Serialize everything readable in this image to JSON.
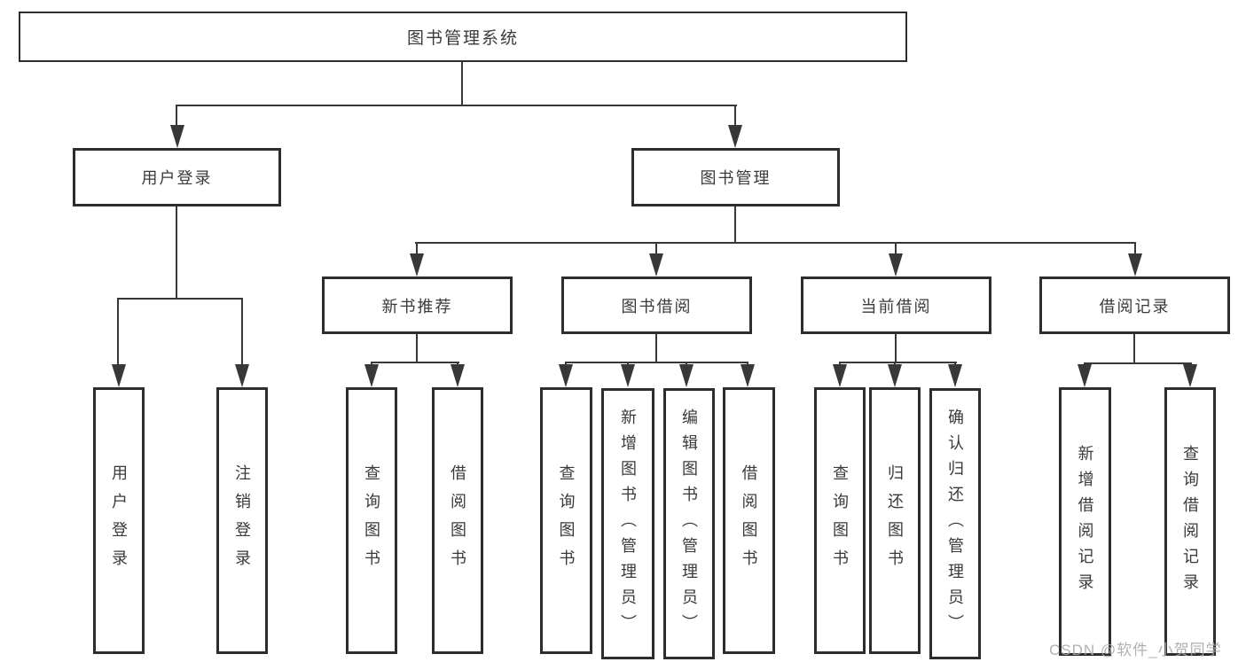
{
  "title": "图书管理系统",
  "branches": {
    "user_login": "用户登录",
    "book_management": "图书管理"
  },
  "sections": {
    "new_books": "新书推荐",
    "book_borrowing": "图书借阅",
    "current_borrowing": "当前借阅",
    "borrowing_records": "借阅记录"
  },
  "leaves": {
    "user_login": [
      "用户登录",
      "注销登录"
    ],
    "new_books": [
      "查询图书",
      "借阅图书"
    ],
    "book_borrowing": [
      "查询图书",
      "新增图书（管理员）",
      "编辑图书（管理员）",
      "借阅图书"
    ],
    "current_borrowing": [
      "查询图书",
      "归还图书",
      "确认归还（管理员）"
    ],
    "borrowing_records": [
      "新增借阅记录",
      "查询借阅记录"
    ]
  },
  "watermark": "CSDN @软件_小贺同学",
  "colors": {
    "line": "#383838",
    "border": "#2d2d2d",
    "text": "#3a3a3a",
    "watermark": "#a8a8a8",
    "background": "#ffffff"
  }
}
